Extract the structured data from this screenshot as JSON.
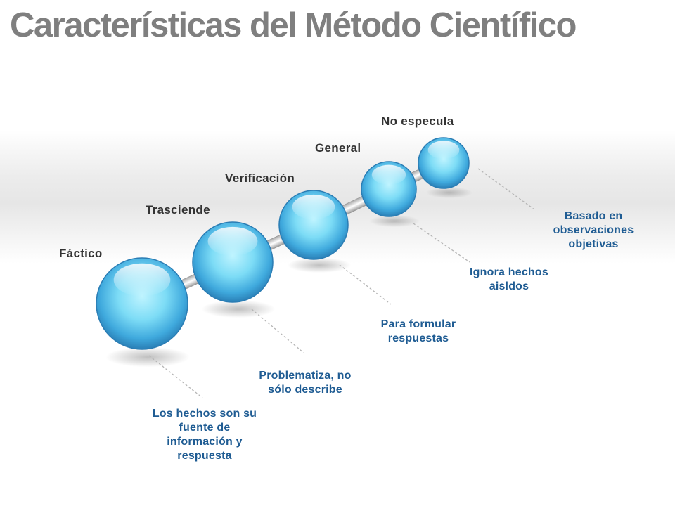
{
  "title": "Características del Método Científico",
  "items": [
    {
      "label": "Fáctico",
      "description": "Los hechos son su fuente de información y respuesta"
    },
    {
      "label": "Trasciende",
      "description": "Problematiza, no sólo describe"
    },
    {
      "label": "Verificación",
      "description": "Para formular respuestas"
    },
    {
      "label": "General",
      "description": "Ignora hechos aisldos"
    },
    {
      "label": "No especula",
      "description": "Basado en observaciones objetivas"
    }
  ],
  "colors": {
    "title": "#7f7f7f",
    "label": "#333333",
    "description": "#1f5c93",
    "sphere_light": "#bff4ff",
    "sphere_mid": "#55c6ee",
    "sphere_dark": "#2a7fb6",
    "rod": "#d9d9d9"
  }
}
